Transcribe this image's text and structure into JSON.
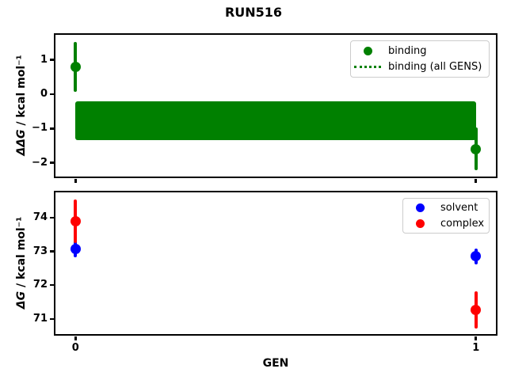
{
  "title": "RUN516",
  "chart_data": [
    {
      "type": "scatter",
      "panel": "binding",
      "ylabel_math": "ΔΔG",
      "ylabel_units": " / kcal mol⁻¹",
      "xlim": [
        -0.05,
        1.05
      ],
      "ylim": [
        -2.4,
        1.73
      ],
      "grid": false,
      "yticks": [
        {
          "v": 1,
          "label": "1"
        },
        {
          "v": 0,
          "label": "0"
        },
        {
          "v": -1,
          "label": "−1"
        },
        {
          "v": -2,
          "label": "−2"
        }
      ],
      "xticks": [
        {
          "v": 0,
          "label": ""
        },
        {
          "v": 1,
          "label": ""
        }
      ],
      "series": [
        {
          "name": "binding",
          "color": "#008000",
          "points": [
            {
              "x": 0,
              "y": 0.8,
              "yerr": 0.72
            },
            {
              "x": 1,
              "y": -1.6,
              "yerr": 0.62
            }
          ]
        }
      ],
      "band": {
        "name": "binding (all GENS)",
        "color": "#008000",
        "x0": 0,
        "x1": 1,
        "ylo": -1.33,
        "yhi": -0.21
      },
      "legend_position": "upper right",
      "legend": [
        {
          "label": "binding",
          "marker": "circle",
          "color": "#008000"
        },
        {
          "label": "binding (all GENS)",
          "marker": "dotted-line",
          "color": "#008000"
        }
      ]
    },
    {
      "type": "scatter",
      "panel": "free-energy",
      "xlabel": "GEN",
      "ylabel_math": "ΔG",
      "ylabel_units": " / kcal mol⁻¹",
      "xlim": [
        -0.05,
        1.05
      ],
      "ylim": [
        70.55,
        74.75
      ],
      "grid": false,
      "yticks": [
        {
          "v": 74,
          "label": "74"
        },
        {
          "v": 73,
          "label": "73"
        },
        {
          "v": 72,
          "label": "72"
        },
        {
          "v": 71,
          "label": "71"
        }
      ],
      "xticks": [
        {
          "v": 0,
          "label": "0"
        },
        {
          "v": 1,
          "label": "1"
        }
      ],
      "series": [
        {
          "name": "solvent",
          "color": "#0000ff",
          "points": [
            {
              "x": 0,
              "y": 73.08,
              "yerr": 0.25
            },
            {
              "x": 1,
              "y": 72.85,
              "yerr": 0.23
            }
          ]
        },
        {
          "name": "complex",
          "color": "#ff0000",
          "points": [
            {
              "x": 0,
              "y": 73.9,
              "yerr": 0.65
            },
            {
              "x": 1,
              "y": 71.27,
              "yerr": 0.55
            }
          ]
        }
      ],
      "legend_position": "upper right",
      "legend": [
        {
          "label": "solvent",
          "marker": "circle",
          "color": "#0000ff"
        },
        {
          "label": "complex",
          "marker": "circle",
          "color": "#ff0000"
        }
      ]
    }
  ]
}
